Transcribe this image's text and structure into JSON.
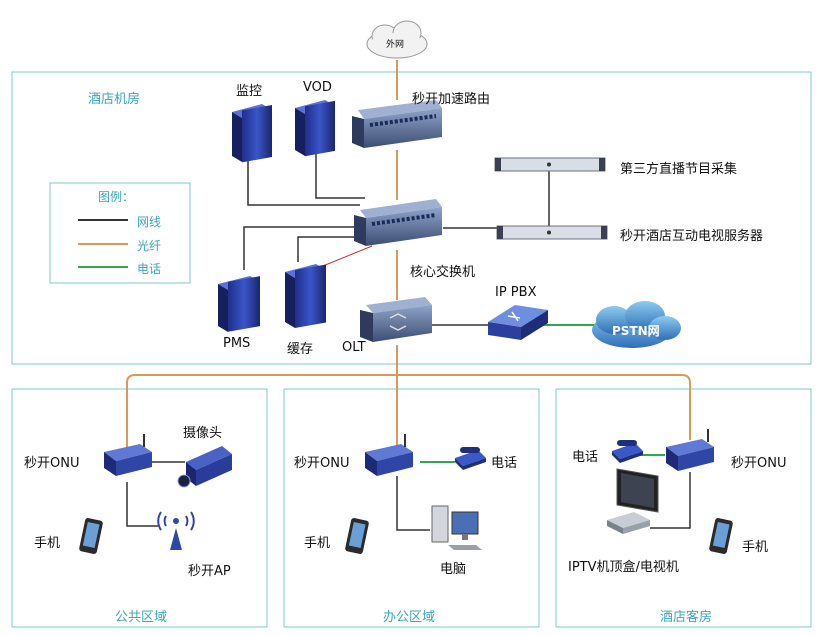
{
  "internet": "外网",
  "zones": {
    "hotel_room": "酒店机房",
    "public": "公共区域",
    "office": "办公区域",
    "guest_room": "酒店客房"
  },
  "legend": {
    "title": "图例：",
    "items": [
      {
        "label": "网线",
        "color": "#333333"
      },
      {
        "label": "光纤",
        "color": "#d99a57"
      },
      {
        "label": "电话",
        "color": "#2ea84a"
      }
    ]
  },
  "devices": {
    "router": "秒开加速路由",
    "monitor": "监控",
    "vod": "VOD",
    "third_party": "第三方直播节目采集",
    "iptv_server": "秒开酒店互动电视服务器",
    "core_switch": "核心交换机",
    "pms": "PMS",
    "cache": "缓存",
    "olt": "OLT",
    "ip_pbx": "IP PBX",
    "pstn": "PSTN网"
  },
  "public_area": {
    "onu": "秒开ONU",
    "camera": "摄像头",
    "phone": "手机",
    "ap": "秒开AP"
  },
  "office_area": {
    "onu": "秒开ONU",
    "telephone": "电话",
    "phone": "手机",
    "computer": "电脑"
  },
  "guest_area": {
    "telephone": "电话",
    "onu": "秒开ONU",
    "phone": "手机",
    "stb": "IPTV机顶盒/电视机"
  }
}
